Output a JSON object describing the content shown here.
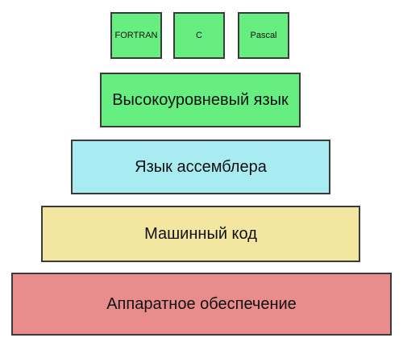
{
  "languages": [
    {
      "label": "FORTRAN",
      "color": "#66ee80"
    },
    {
      "label": "C",
      "color": "#66ee80"
    },
    {
      "label": "Pascal",
      "color": "#66ee80"
    }
  ],
  "layers": {
    "high_level": {
      "label": "Высокоуровневый язык",
      "color": "#66ee80"
    },
    "assembler": {
      "label": "Язык ассемблера",
      "color": "#a8ecf2"
    },
    "machine_code": {
      "label": "Машинный код",
      "color": "#f2e6a0"
    },
    "hardware": {
      "label": "Аппаратное обеспечение",
      "color": "#e98c8c"
    }
  }
}
